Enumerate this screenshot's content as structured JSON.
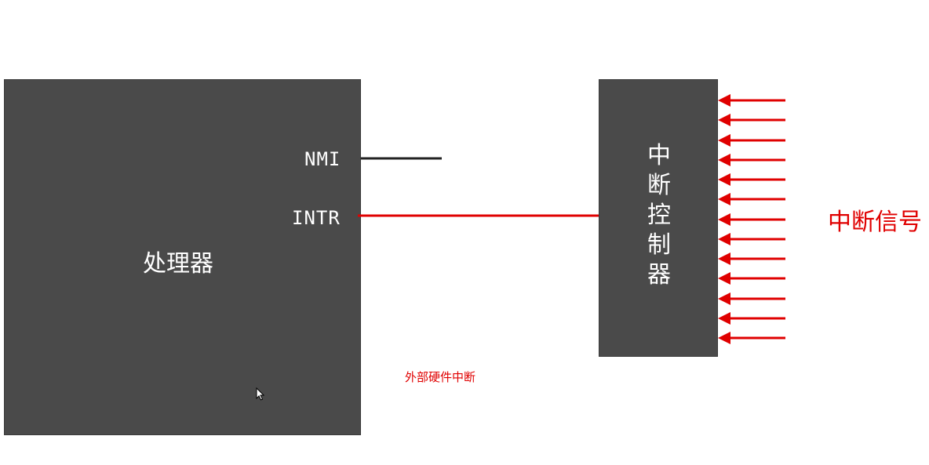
{
  "processor": {
    "label": "处理器"
  },
  "pins": {
    "nmi": "NMI",
    "intr": "INTR"
  },
  "controller": {
    "label": "中断控制器"
  },
  "signals": {
    "label": "中断信号",
    "arrow_count": 13
  },
  "caption": "外部硬件中断",
  "colors": {
    "box": "#4a4a4a",
    "accent": "#e00000",
    "nmi_line": "#222222"
  },
  "icons": {
    "cursor": "mouse-pointer-icon",
    "arrow": "left-arrow-icon"
  }
}
